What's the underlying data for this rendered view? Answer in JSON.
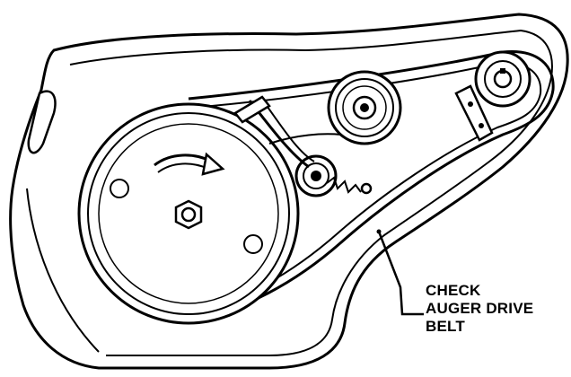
{
  "callout": {
    "line1": "CHECK",
    "line2": "AUGER DRIVE",
    "line3": "BELT"
  },
  "colors": {
    "ink": "#000000",
    "paper": "#ffffff"
  },
  "icons": {
    "rotation": "curved-arrow-icon"
  }
}
